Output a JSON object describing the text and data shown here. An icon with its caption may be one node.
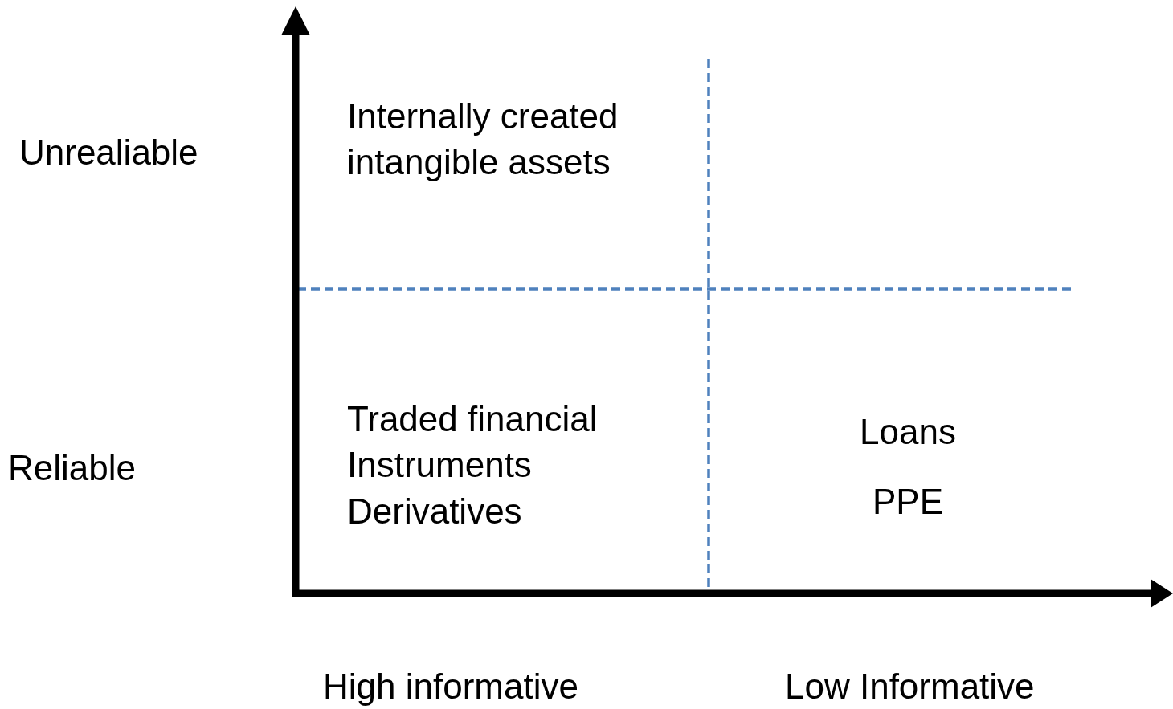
{
  "diagram": {
    "labels": [
      "Internally created intangible assets",
      "Unrealiable",
      "Traded financial Instruments",
      "Loans",
      "Reliable",
      "Derivatives",
      "PPE",
      "High informative",
      "Low Informative"
    ]
  }
}
